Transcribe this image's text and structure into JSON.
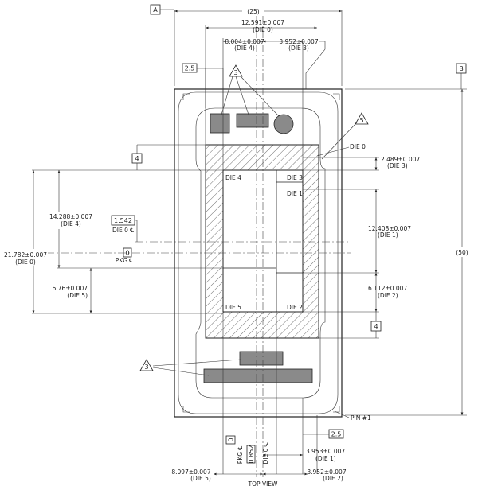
{
  "view_label": "TOP VIEW",
  "datums": {
    "a": "A",
    "b": "B"
  },
  "callouts": {
    "three": "3",
    "five": "5"
  },
  "dies": {
    "die0": "DIE 0",
    "die1": "DIE 1",
    "die2": "DIE 2",
    "die3": "DIE 3",
    "die4": "DIE 4",
    "die5": "DIE 5"
  },
  "pin": "PIN #1",
  "pkg_cl": "PKG ℄",
  "die0_cl": "DIE 0 ℄",
  "dims": {
    "top_overall": "(25)",
    "top_die0": {
      "value": "12.591±0.007",
      "die": "(DIE 0)"
    },
    "top_die4": {
      "value": "8.004±0.007",
      "die": "(DIE 4)"
    },
    "top_die3": {
      "value": "3.952±0.007",
      "die": "(DIE 3)"
    },
    "box_2_5_top": "2.5",
    "box_4_left": "4",
    "box_1_542": "1.542",
    "box_0_left": "0",
    "left_die4": {
      "value": "14.288±0.007",
      "die": "(DIE 4)"
    },
    "left_die0": {
      "value": "21.782±0.007",
      "die": "(DIE 0)"
    },
    "left_die5": {
      "value": "6.76±0.007",
      "die": "(DIE 5)"
    },
    "right_die3": {
      "value": "2.489±0.007",
      "die": "(DIE 3)"
    },
    "right_die1": {
      "value": "12.408±0.007",
      "die": "(DIE 1)"
    },
    "right_die2": {
      "value": "6.112±0.007",
      "die": "(DIE 2)"
    },
    "right_overall": "(50)",
    "box_4_right": "4",
    "box_2_5_bottom": "2.5",
    "bottom_0": "0",
    "bottom_0_852": "0.852",
    "bottom_die1": {
      "value": "3.953±0.007",
      "die": "(DIE 1)"
    },
    "bottom_die5": {
      "value": "8.097±0.007",
      "die": "(DIE 5)"
    },
    "bottom_die2": {
      "value": "3.952±0.007",
      "die": "(DIE 2)"
    }
  }
}
